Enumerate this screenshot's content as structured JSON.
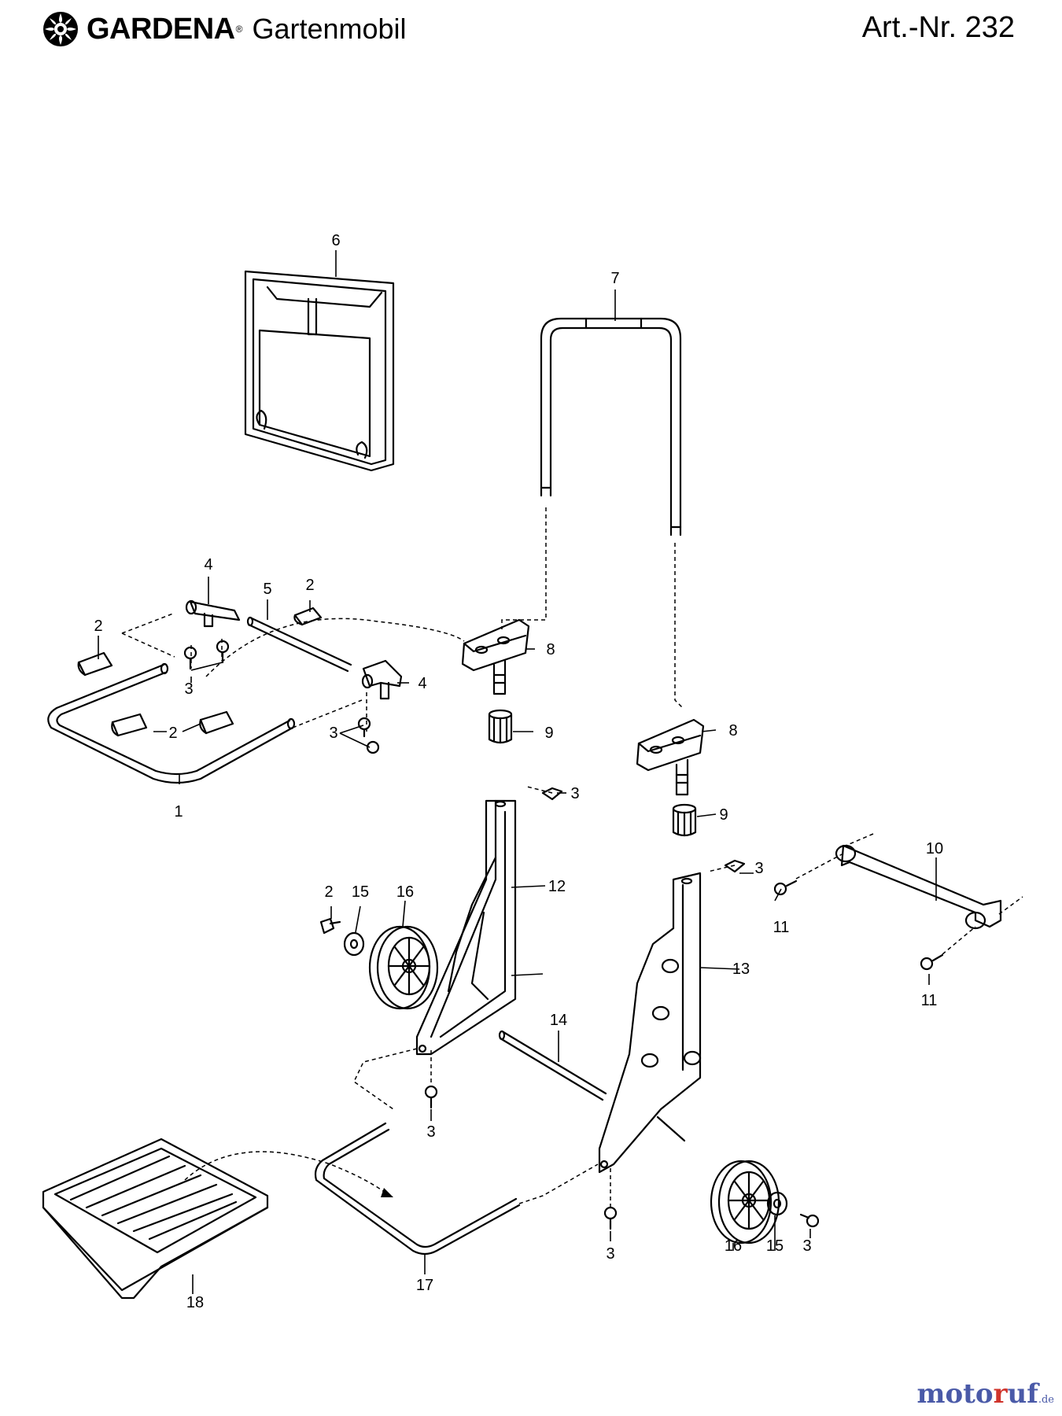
{
  "header": {
    "brand": "GARDENA",
    "reg_mark": "®",
    "product": "Gartenmobil",
    "article_number": "Art.-Nr. 232"
  },
  "parts": [
    {
      "id": "p1",
      "label": "1"
    },
    {
      "id": "p2a",
      "label": "2"
    },
    {
      "id": "p2b",
      "label": "2"
    },
    {
      "id": "p2c",
      "label": "2"
    },
    {
      "id": "p2d",
      "label": "2"
    },
    {
      "id": "p3a",
      "label": "3"
    },
    {
      "id": "p3b",
      "label": "3"
    },
    {
      "id": "p3c",
      "label": "3"
    },
    {
      "id": "p3d",
      "label": "3"
    },
    {
      "id": "p3e",
      "label": "3"
    },
    {
      "id": "p3f",
      "label": "3"
    },
    {
      "id": "p3g",
      "label": "3"
    },
    {
      "id": "p4a",
      "label": "4"
    },
    {
      "id": "p4b",
      "label": "4"
    },
    {
      "id": "p5",
      "label": "5"
    },
    {
      "id": "p6",
      "label": "6"
    },
    {
      "id": "p7",
      "label": "7"
    },
    {
      "id": "p8a",
      "label": "8"
    },
    {
      "id": "p8b",
      "label": "8"
    },
    {
      "id": "p9a",
      "label": "9"
    },
    {
      "id": "p9b",
      "label": "9"
    },
    {
      "id": "p10",
      "label": "10"
    },
    {
      "id": "p11a",
      "label": "11"
    },
    {
      "id": "p11b",
      "label": "11"
    },
    {
      "id": "p12",
      "label": "12"
    },
    {
      "id": "p13",
      "label": "13"
    },
    {
      "id": "p14",
      "label": "14"
    },
    {
      "id": "p15a",
      "label": "15"
    },
    {
      "id": "p15b",
      "label": "15"
    },
    {
      "id": "p16a",
      "label": "16"
    },
    {
      "id": "p16b",
      "label": "16"
    },
    {
      "id": "p17",
      "label": "17"
    },
    {
      "id": "p18",
      "label": "18"
    }
  ],
  "watermark": {
    "part1": "moto",
    "part2": "r",
    "part3": "uf",
    "tld": ".de"
  }
}
